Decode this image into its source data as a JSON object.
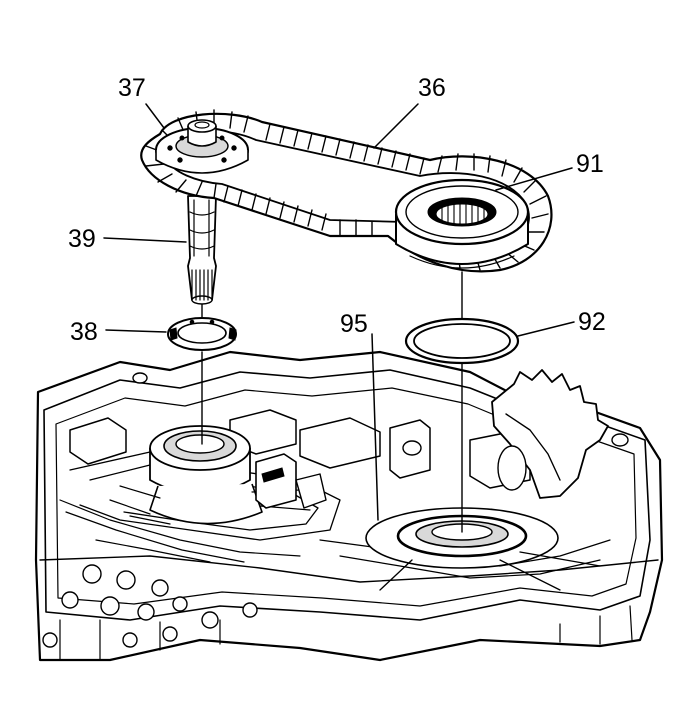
{
  "diagram": {
    "callouts": {
      "c37": "37",
      "c36": "36",
      "c91": "91",
      "c39": "39",
      "c38": "38",
      "c95": "95",
      "c92": "92"
    },
    "parts": [
      "drive-sprocket",
      "drive-chain",
      "driven-sprocket",
      "sprocket-shaft",
      "snap-ring",
      "thrust-washer",
      "case-housing"
    ],
    "colors": {
      "ink": "#000000",
      "paper": "#ffffff",
      "shade": "#d9d9d9"
    }
  }
}
